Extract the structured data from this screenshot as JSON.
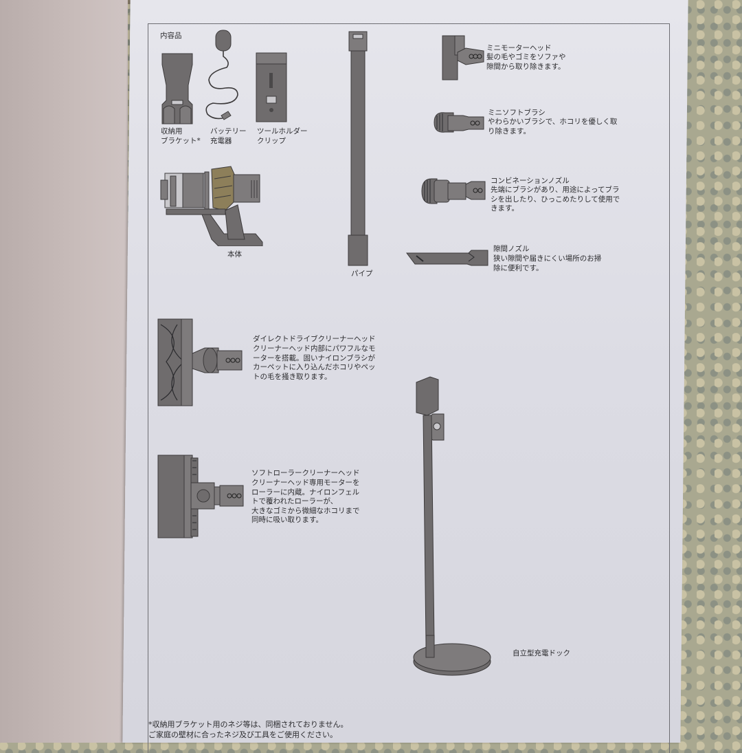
{
  "section": {
    "title": "内容品"
  },
  "items": {
    "bracket": {
      "label": "収納用\nブラケット*"
    },
    "charger": {
      "label": "バッテリー\n充電器"
    },
    "tool_clip": {
      "label": "ツールホルダー\nクリップ"
    },
    "main_body": {
      "label": "本体"
    },
    "pipe": {
      "label": "パイプ"
    },
    "mini_motor_head": {
      "title": "ミニモーターヘッド",
      "description": "髪の毛やゴミをソファや\n隙間から取り除きます。"
    },
    "mini_soft_brush": {
      "title": "ミニソフトブラシ",
      "description": "やわらかいブラシで、ホコリを優しく取\nり除きます。"
    },
    "combination_nozzle": {
      "title": "コンビネーションノズル",
      "description": "先端にブラシがあり、用途によってブラ\nシを出したり、ひっこめたりして使用で\nきます。"
    },
    "crevice_nozzle": {
      "title": "隙間ノズル",
      "description": "狭い隙間や届きにくい場所のお掃\n除に便利です。"
    },
    "direct_drive_head": {
      "title": "ダイレクトドライブクリーナーヘッド",
      "description": "クリーナーヘッド内部にパワフルなモ\nーターを搭載。固いナイロンブラシが\nカーペットに入り込んだホコリやペッ\nトの毛を掻き取ります。"
    },
    "soft_roller_head": {
      "title": "ソフトローラークリーナーヘッド",
      "description": "クリーナーヘッド専用モーターを\nローラーに内蔵。ナイロンフェル\nトで覆われたローラーが、\n大きなゴミから微細なホコリまで\n同時に吸い取ります。"
    },
    "dock": {
      "label": "自立型充電ドック"
    }
  },
  "footnote": {
    "line1": "*収納用ブラケット用のネジ等は、同梱されておりません。",
    "line2": "ご家庭の壁材に合ったネジ及び工具をご使用ください。"
  },
  "colors": {
    "paper": "#e2e2e8",
    "ink": "#2b2b2e",
    "illustration_gray": "#6f6c6d",
    "illustration_gold": "#8d7f5a",
    "left_page": "#c5b9b7",
    "background_carpet": "#a9a890"
  }
}
